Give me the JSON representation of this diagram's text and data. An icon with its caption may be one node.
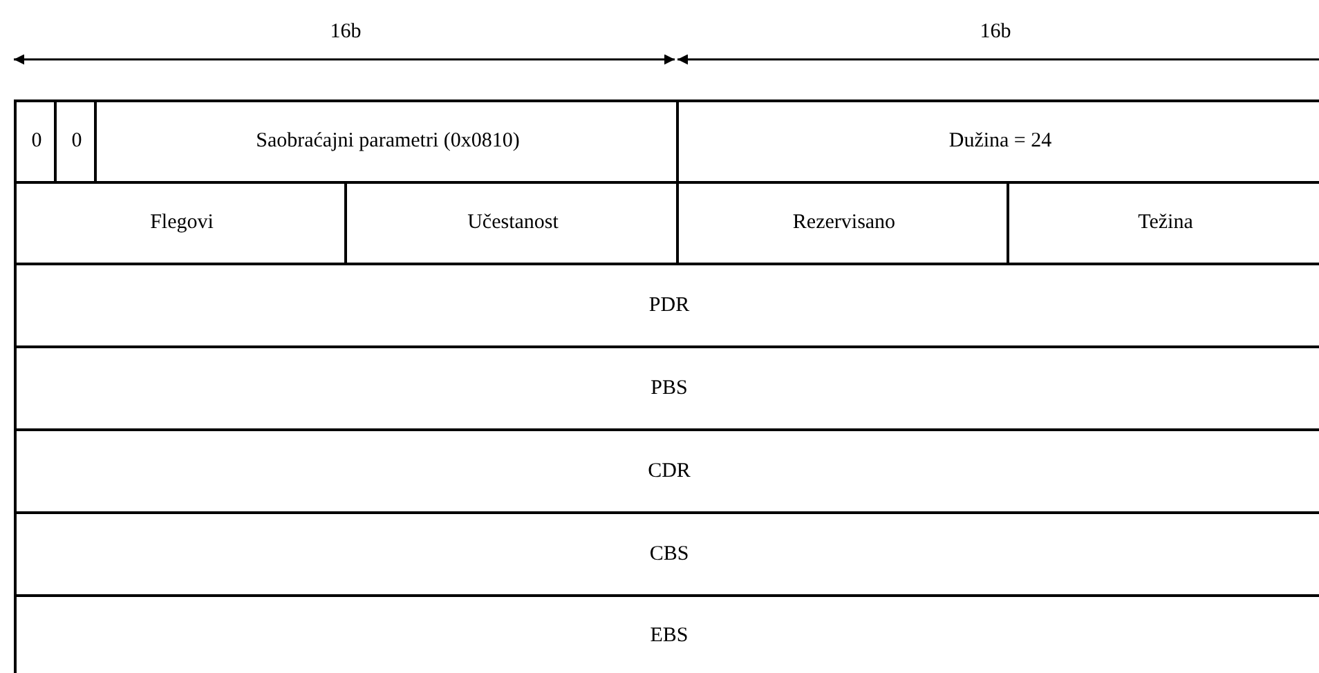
{
  "diagram": {
    "nodes": [
      {
        "text": [
          "0"
        ]
      },
      {
        "text": [
          "0"
        ]
      },
      {
        "text": [
          "Saobraćajni parametri (0x0810)"
        ]
      },
      {
        "text": [
          "Dužina = 24"
        ]
      },
      {
        "text": [
          "Flegovi"
        ]
      },
      {
        "text": [
          "Učestanost"
        ]
      },
      {
        "text": [
          "Rezervisano"
        ]
      },
      {
        "text": [
          "Težina"
        ]
      },
      {
        "text": [
          "PDR"
        ]
      },
      {
        "text": [
          "PBS"
        ]
      },
      {
        "text": [
          "CDR"
        ]
      },
      {
        "text": [
          "CBS"
        ]
      },
      {
        "text": [
          "EBS"
        ]
      }
    ],
    "labels": [
      "16b",
      "16b"
    ]
  }
}
